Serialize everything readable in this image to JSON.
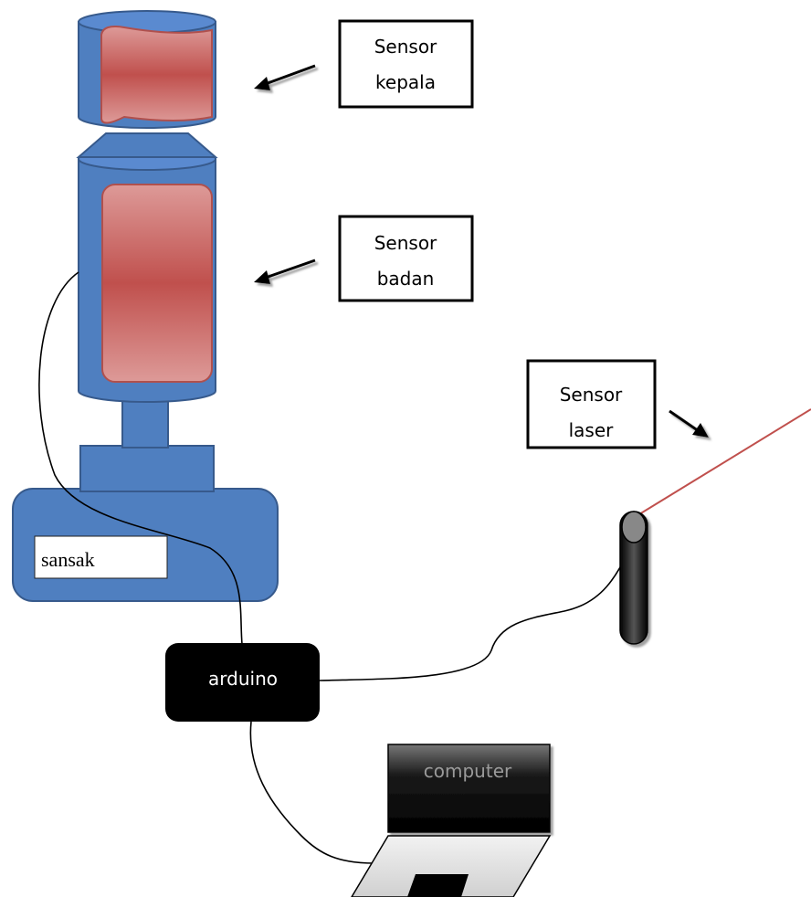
{
  "labels": {
    "sensor_kepala": {
      "line1": "Sensor",
      "line2": "kepala"
    },
    "sensor_badan": {
      "line1": "Sensor",
      "line2": "badan"
    },
    "sensor_laser": {
      "line1": "Sensor",
      "line2": "laser"
    },
    "sansak": "sansak",
    "arduino": "arduino",
    "computer": "computer"
  },
  "colors": {
    "bag_blue": "#4f7fc0",
    "bag_stroke": "#375a8c",
    "pad_red": "#c0504d",
    "laser_line": "#c0504d"
  }
}
